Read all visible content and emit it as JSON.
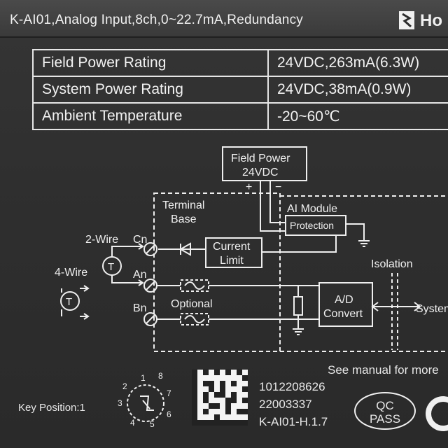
{
  "label": {
    "title": "K-AI01,Analog Input,8ch,0~22.7mA,Redundancy",
    "brand": "Ho"
  },
  "specs": [
    {
      "name": "Field Power Rating",
      "value": "24VDC,263mA(6.3W)"
    },
    {
      "name": "System Power Rating",
      "value": "24VDC,38mA(0.9W)"
    },
    {
      "name": "Ambient Temperature",
      "value": "-20~60℃"
    }
  ],
  "diagram": {
    "field_power": "Field Power",
    "field_voltage": "24VDC",
    "plus": "+",
    "minus": "−",
    "terminal_base_1": "Terminal",
    "terminal_base_2": "Base",
    "ai_module": "AI Module",
    "protection": "Protection",
    "two_wire": "2-Wire",
    "four_wire": "4-Wire",
    "cn": "Cn",
    "an": "An",
    "bn": "Bn",
    "current_limit_1": "Current",
    "current_limit_2": "Limit",
    "optional": "Optional",
    "isolation": "Isolation",
    "ad_1": "A/D",
    "ad_2": "Convert",
    "system": "System",
    "transmitter_symbol": "T"
  },
  "footer": {
    "see_manual": "See manual for more",
    "key_position": "Key Position:1",
    "serial_1": "1012208626",
    "serial_2": "22003337",
    "model_rev": "K-AI01-H.1.7",
    "qc_1": "QC",
    "qc_2": "PASS",
    "dial_numbers": [
      "1",
      "8",
      "2",
      "7",
      "3",
      "6",
      "4",
      "5"
    ]
  }
}
